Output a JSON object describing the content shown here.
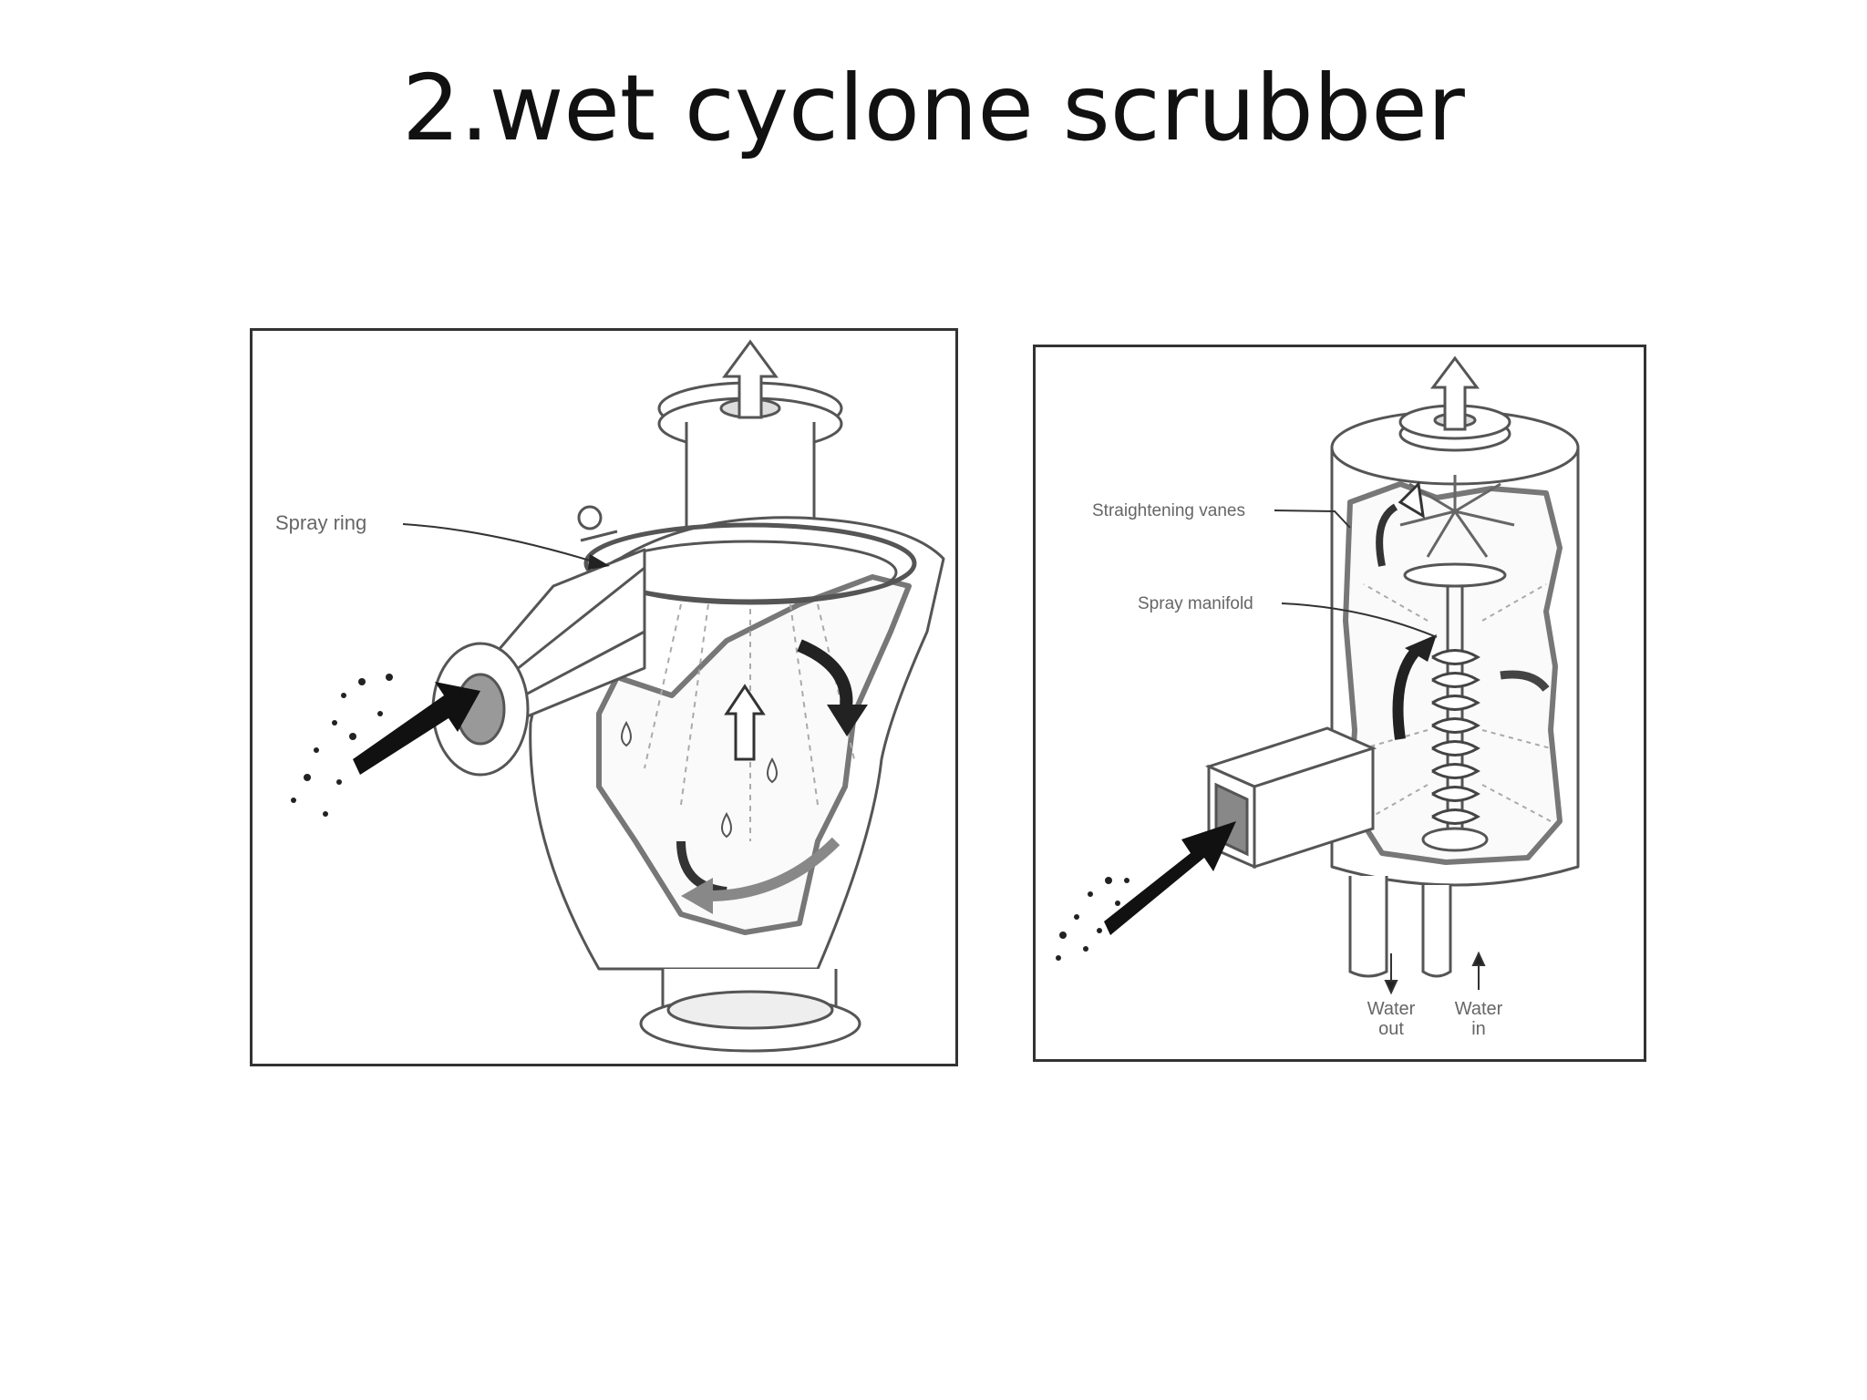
{
  "slide": {
    "title": "2.wet cyclone scrubber"
  },
  "left_diagram": {
    "labels": {
      "spray_ring": "Spray ring"
    }
  },
  "right_diagram": {
    "labels": {
      "straightening_vanes": "Straightening vanes",
      "spray_manifold": "Spray manifold",
      "water_out_line1": "Water",
      "water_out_line2": "out",
      "water_in_line1": "Water",
      "water_in_line2": "in"
    }
  },
  "colors": {
    "line": "#555555",
    "dark": "#222222",
    "fill_grey": "#888888",
    "label": "#666666"
  }
}
